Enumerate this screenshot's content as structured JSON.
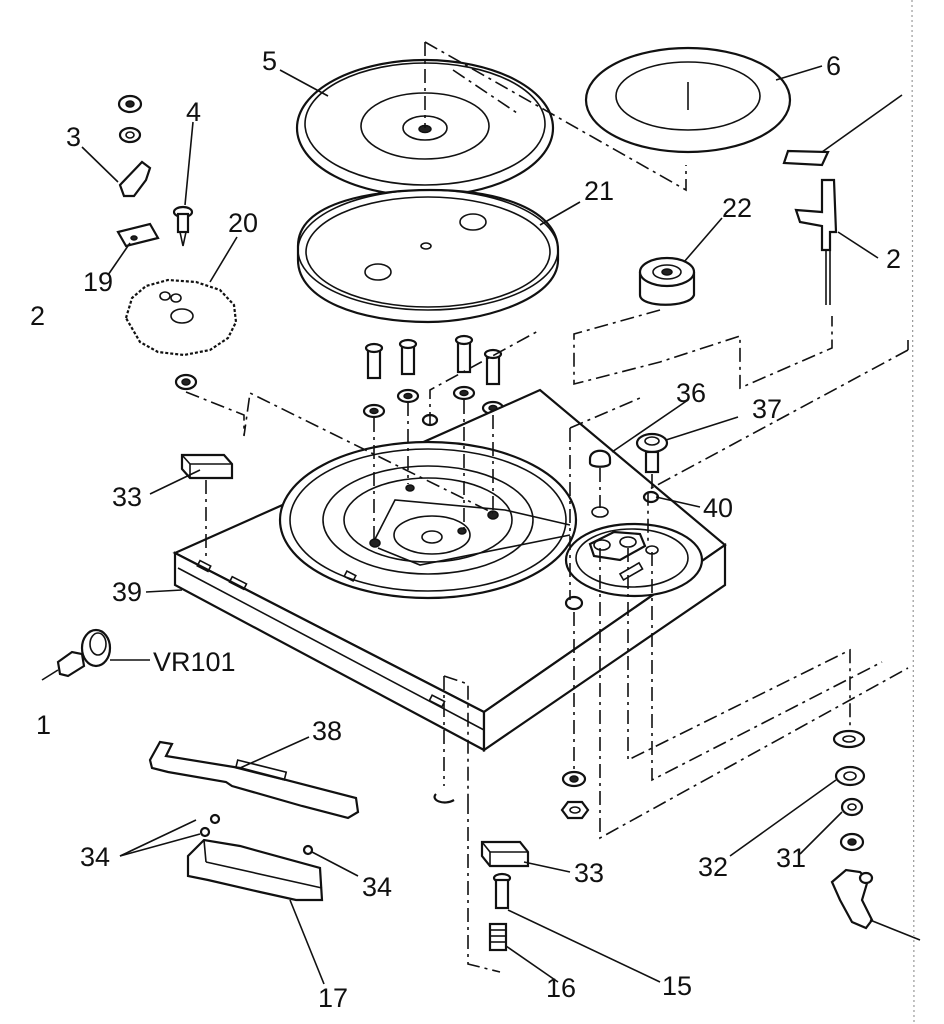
{
  "diagram": {
    "callouts": {
      "c1": "1",
      "c2_left": "2",
      "c2_right": "2",
      "c3": "3",
      "c4": "4",
      "c5": "5",
      "c6": "6",
      "c15": "15",
      "c16": "16",
      "c17": "17",
      "c19": "19",
      "c20": "20",
      "c21": "21",
      "c22": "22",
      "c31": "31",
      "c32": "32",
      "c33_top": "33",
      "c33_bottom": "33",
      "c34_left": "34",
      "c34_right": "34",
      "c36": "36",
      "c37": "37",
      "c38": "38",
      "c39": "39",
      "c40": "40",
      "vr101": "VR101"
    }
  }
}
